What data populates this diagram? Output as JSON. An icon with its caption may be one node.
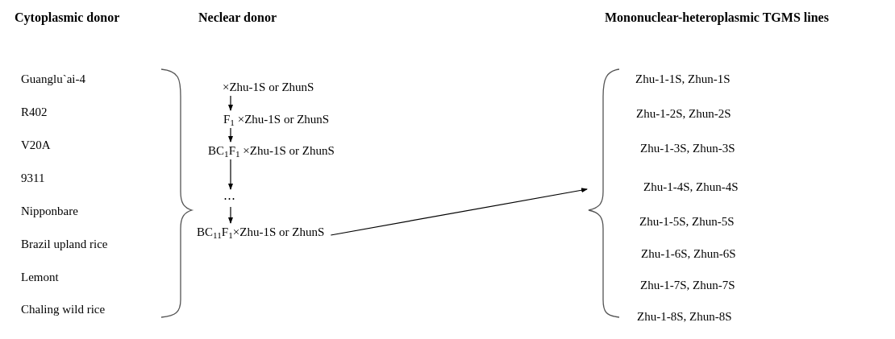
{
  "diagram": {
    "nodes": [
      {
        "text": [
          "×Zhu-1S or ZhunS"
        ]
      },
      {
        "text": [
          "F$_{1}$ ×Zhu-1S or ZhunS"
        ]
      },
      {
        "text": [
          "BC$_{1}$F$_{1}$ ×Zhu-1S or ZhunS"
        ]
      },
      {
        "text": [
          "⋯"
        ]
      },
      {
        "text": [
          "BC$_{11}$F$_{1}$×Zhu-1S or ZhunS"
        ]
      },
      {
        "text": [],
        "shape": "brace"
      }
    ],
    "edges": [
      {
        "from": 0,
        "to": 1,
        "arrow": "to"
      },
      {
        "from": 1,
        "to": 2,
        "arrow": "to"
      },
      {
        "from": 2,
        "to": 3,
        "arrow": "to"
      },
      {
        "from": 3,
        "to": 4,
        "arrow": "to"
      },
      {
        "from": 4,
        "to": 5,
        "arrow": "to"
      }
    ],
    "labels": [
      "Cytoplasmic donor",
      "Neclear donor",
      "Mononuclear-heteroplasmic TGMS lines",
      "Guanglu`ai-4",
      "R402",
      "V20A",
      "9311",
      "Nipponbare",
      "Brazil upland rice",
      "Lemont",
      "Chaling wild rice",
      "Zhu-1-1S, Zhun-1S",
      "Zhu-1-2S, Zhun-2S",
      "Zhu-1-3S, Zhun-3S",
      "Zhu-1-4S, Zhun-4S",
      "Zhu-1-5S, Zhun-5S",
      "Zhu-1-6S, Zhun-6S",
      "Zhu-1-7S, Zhun-7S",
      "Zhu-1-8S, Zhun-8S"
    ]
  }
}
